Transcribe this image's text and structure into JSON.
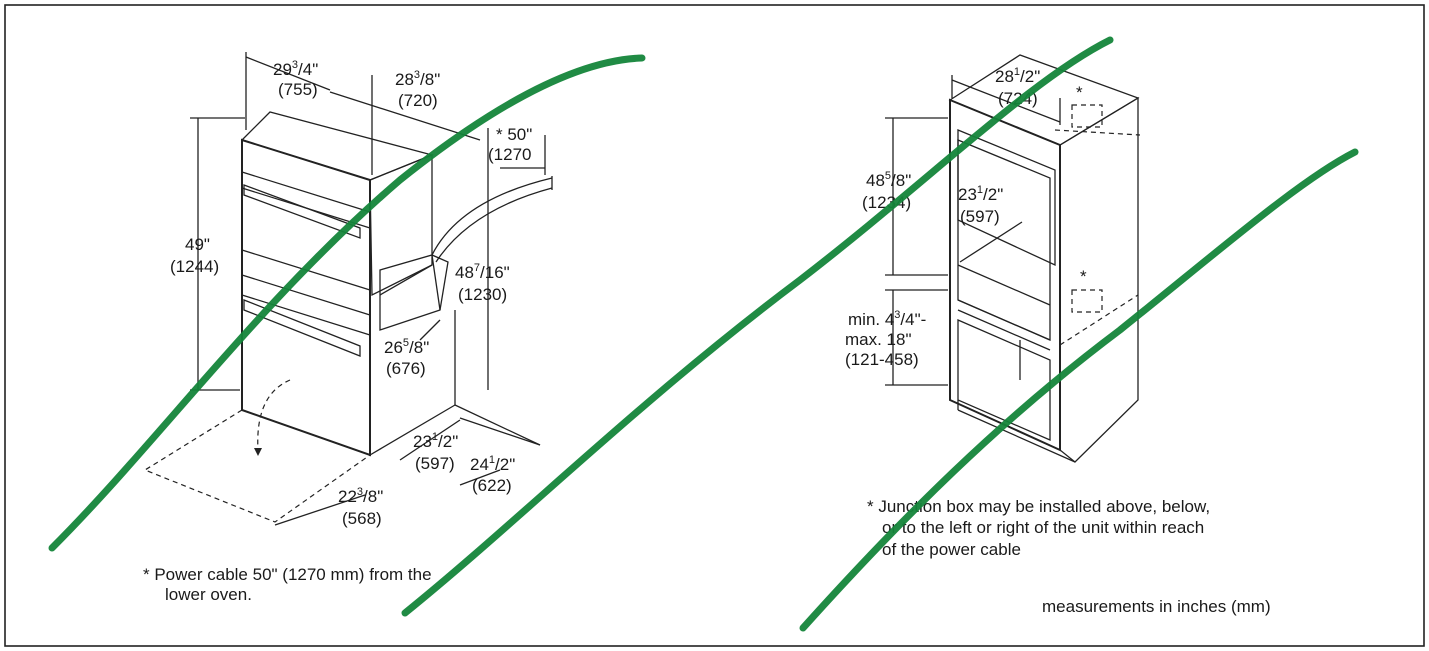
{
  "left_figure": {
    "width_top": {
      "main": "29",
      "sup": "3",
      "sub": "/4\"",
      "mm": "(755)"
    },
    "depth_top": {
      "main": "28",
      "sup": "3",
      "sub": "/8\"",
      "mm": "(720)"
    },
    "cable_len": {
      "main": "* 50\"",
      "mm": "(1270"
    },
    "height_total": {
      "main": "49\"",
      "mm": "(1244)"
    },
    "height_body": {
      "main": "48",
      "sup": "7",
      "sub": "/16\"",
      "mm": "(1230)"
    },
    "depth_drawer": {
      "main": "26",
      "sup": "5",
      "sub": "/8\"",
      "mm": "(676)"
    },
    "cut_width": {
      "main": "23",
      "sup": "1",
      "sub": "/2\"",
      "mm": "(597)"
    },
    "cut_depth": {
      "main": "24",
      "sup": "1",
      "sub": "/2\"",
      "mm": "(622)"
    },
    "floor_width": {
      "main": "22",
      "sup": "3",
      "sub": "/8\"",
      "mm": "(568)"
    },
    "note": {
      "line1": "*  Power cable 50\" (1270 mm) from the",
      "line2": "lower oven."
    }
  },
  "right_figure": {
    "cab_width": {
      "main": "28",
      "sup": "1",
      "sub": "/2\"",
      "mm": "(724)"
    },
    "cut_height": {
      "main": "48",
      "sup": "5",
      "sub": "/8\"",
      "mm": "(1234)"
    },
    "inner_width": {
      "main": "23",
      "sup": "1",
      "sub": "/2\"",
      "mm": "(597)"
    },
    "floor_gap": {
      "line1": "min. 4",
      "sup": "3",
      "sub": "/4\"-",
      "line2": "max. 18\"",
      "line3": "(121-458)"
    },
    "asterisk": "*",
    "note": {
      "line1": "*  Junction box may be installed above, below,",
      "line2": "or to the left or right of the unit within reach",
      "line3": "of the power cable"
    },
    "units": "measurements in inches (mm)"
  },
  "colors": {
    "annotation": "#14853a",
    "line": "#222222"
  }
}
